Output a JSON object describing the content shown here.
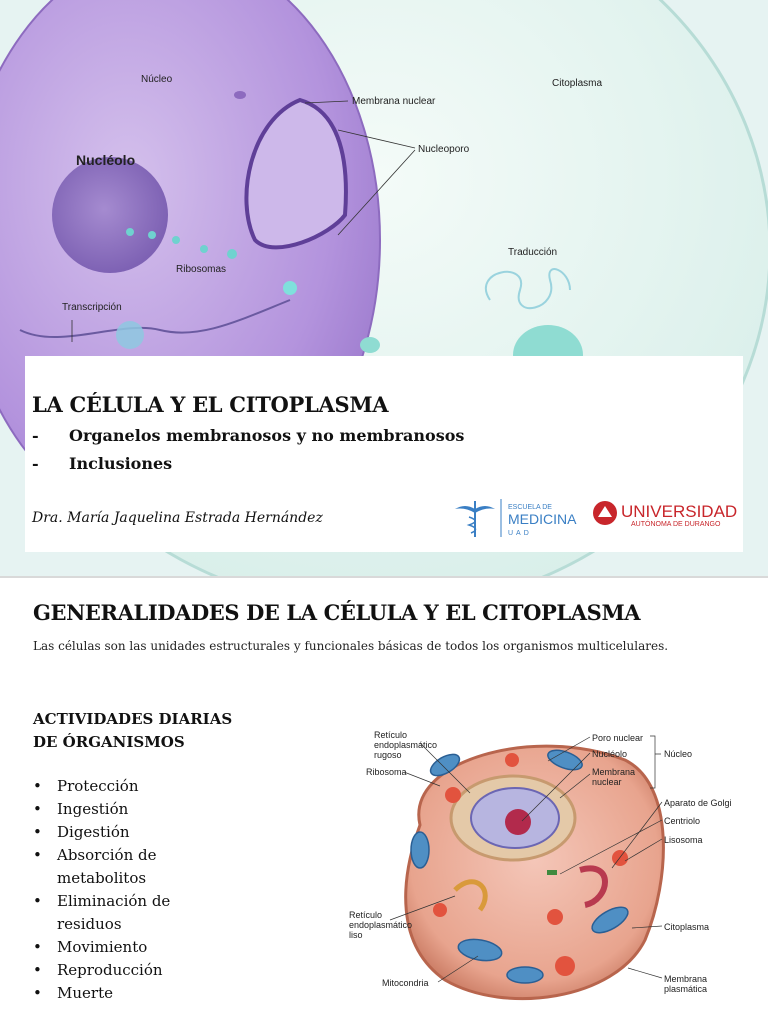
{
  "slide1": {
    "labels": {
      "nucleo": "Núcleo",
      "membrana_nuclear": "Membrana nuclear",
      "citoplasma": "Citoplasma",
      "nucleolo": "Nucléolo",
      "nucleoporo": "Nucleoporo",
      "traduccion": "Traducción",
      "ribosomas": "Ribosomas",
      "transcripcion": "Transcripción"
    },
    "title": "LA CÉLULA Y EL CITOPLASMA",
    "subtitles": [
      "Organelos membranosos y no membranosos",
      "Inclusiones"
    ],
    "author": "Dra. María  Jaquelina Estrada Hernández",
    "logo_medicina": {
      "line1": "ESCUELA DE",
      "line2": "MEDICINA",
      "line3": "UAD"
    },
    "logo_universidad": {
      "line1": "UNIVERSIDAD",
      "line2": "AUTÓNOMA DE DURANGO"
    }
  },
  "slide2": {
    "title": "GENERALIDADES DE LA CÉLULA Y EL CITOPLASMA",
    "intro": "Las células son las unidades estructurales y funcionales básicas de todos los organismos multicelulares.",
    "activities_heading": [
      "ACTIVIDADES DIARIAS",
      "DE ÓRGANISMOS"
    ],
    "activities": [
      "Protección",
      "Ingestión",
      "Digestión",
      "Absorción de",
      "metabolitos",
      "Eliminación de",
      "residuos",
      "Movimiento",
      "Reproducción",
      "Muerte"
    ],
    "diagram_labels": {
      "reticulo_rugoso": [
        "Retículo",
        "endoplasmático",
        "rugoso"
      ],
      "ribosoma": "Ribosoma",
      "poro_nuclear": "Poro nuclear",
      "nucleolo": "Nucléolo",
      "membrana_nuclear": [
        "Membrana",
        "nuclear"
      ],
      "nucleo": "Núcleo",
      "aparato_golgi": "Aparato de Golgi",
      "centriolo": "Centriolo",
      "lisosoma": "Lisosoma",
      "reticulo_liso": [
        "Retículo",
        "endoplasmático",
        "liso"
      ],
      "citoplasma": "Citoplasma",
      "mitocondria": "Mitocondria",
      "membrana_plasmatica": [
        "Membrana",
        "plasmática"
      ]
    }
  },
  "colors": {
    "cell_purple": "#b89ad8",
    "cytoplasm": "#e8f7f3",
    "logo_blue": "#3a7fc4",
    "logo_red": "#c8262b"
  }
}
